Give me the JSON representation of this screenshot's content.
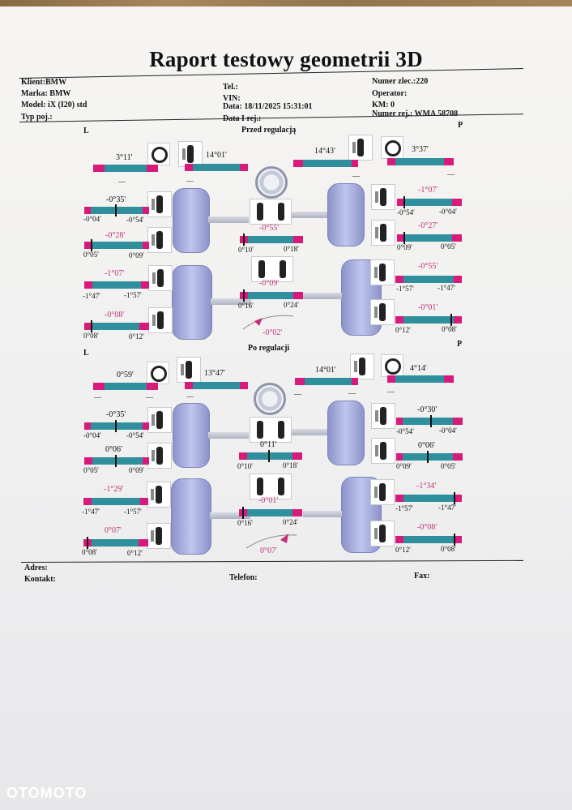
{
  "title": "Raport testowy geometrii 3D",
  "header": {
    "klient": "Klient:BMW",
    "marka": "Marka: BMW",
    "model": "Model: iX (I20) std",
    "typ": "Typ poj.:",
    "tel": "Tel.:",
    "vin": "VIN:",
    "data": "Data: 18/11/2025 15:31:01",
    "data_rej": "Data I rej.:",
    "zlec": "Numer zlec.:220",
    "operator": "Operator:",
    "km": "KM: 0",
    "nr_rej": "Numer rej.: WMA 58708"
  },
  "before": {
    "label": "Przed regulacją",
    "left": "L",
    "right": "P",
    "caster_l": "3°11'",
    "sai_l": "14°01'",
    "sai_r": "14°43'",
    "caster_r": "3°37'",
    "fl_camber": "-0°35'",
    "fl_camber_min": "-0°04'",
    "fl_camber_max": "-0°54'",
    "fl_toe": "-0°28'",
    "fl_toe_min": "0°05'",
    "fl_toe_max": "0°09'",
    "fr_camber": "-1°07'",
    "fr_camber_min": "-0°54'",
    "fr_camber_max": "-0°04'",
    "fr_toe": "-0°27'",
    "fr_toe_min": "0°09'",
    "fr_toe_max": "0°05'",
    "f_total": "-0°55'",
    "f_total_min": "0°10'",
    "f_total_max": "0°18'",
    "r_total": "-0°09'",
    "r_total_min": "0°16'",
    "r_total_max": "0°24'",
    "rl_camber": "-1°07'",
    "rl_camber_min": "-1°47'",
    "rl_camber_max": "-1°57'",
    "rl_toe": "-0°08'",
    "rl_toe_min": "0°08'",
    "rl_toe_max": "0°12'",
    "rr_camber": "-0°55'",
    "rr_camber_min": "-1°57'",
    "rr_camber_max": "-1°47'",
    "rr_toe": "-0°01'",
    "rr_toe_min": "0°12'",
    "rr_toe_max": "0°08'",
    "thrust": "-0°02'"
  },
  "after": {
    "label": "Po regulacji",
    "left": "L",
    "right": "P",
    "caster_l": "0°59'",
    "sai_l": "13°47'",
    "sai_r": "14°01'",
    "caster_r": "4°14'",
    "fl_camber": "-0°35'",
    "fl_camber_min": "-0°04'",
    "fl_camber_max": "-0°54'",
    "fl_toe": "0°06'",
    "fl_toe_min": "0°05'",
    "fl_toe_max": "0°09'",
    "fr_camber": "-0°30'",
    "fr_camber_min": "-0°54'",
    "fr_camber_max": "-0°04'",
    "fr_toe": "0°06'",
    "fr_toe_min": "0°09'",
    "fr_toe_max": "0°05'",
    "f_total": "0°11'",
    "f_total_min": "0°10'",
    "f_total_max": "0°18'",
    "r_total": "-0°01'",
    "r_total_min": "0°16'",
    "r_total_max": "0°24'",
    "rl_camber": "-1°29'",
    "rl_camber_min": "-1°47'",
    "rl_camber_max": "-1°57'",
    "rl_toe": "0°07'",
    "rl_toe_min": "0°08'",
    "rl_toe_max": "0°12'",
    "rr_camber": "-1°34'",
    "rr_camber_min": "-1°57'",
    "rr_camber_max": "-1°47'",
    "rr_toe": "-0°08'",
    "rr_toe_min": "0°12'",
    "rr_toe_max": "0°08'",
    "thrust": "0°07'"
  },
  "footer": {
    "adres": "Adres:",
    "kontakt": "Kontakt:",
    "telefon": "Telefon:",
    "fax": "Fax:"
  },
  "dash": "—",
  "watermark": "OTOMOTO",
  "colors": {
    "bar": "#2f8f9c",
    "limit": "#d81b7a",
    "out_of_range": "#c2317a"
  }
}
